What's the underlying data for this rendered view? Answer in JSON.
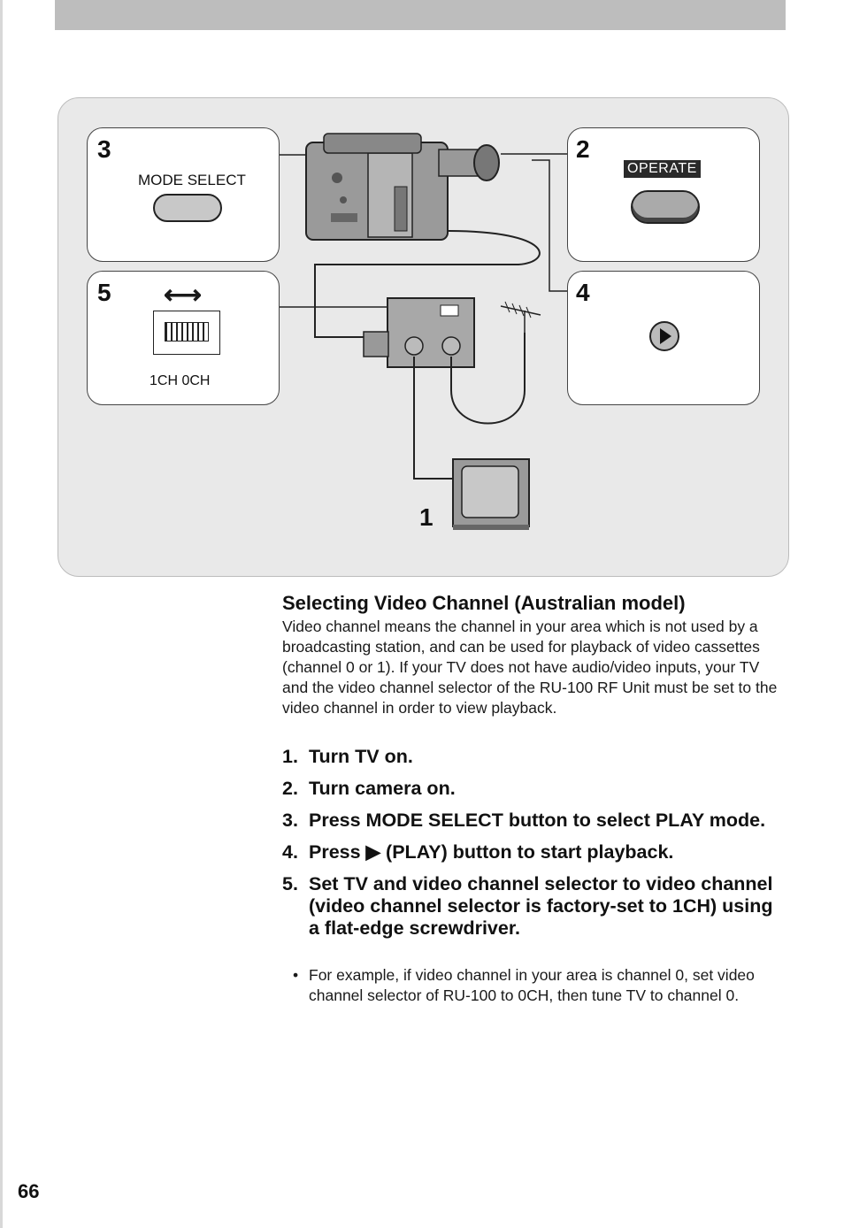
{
  "figure": {
    "panel3": {
      "number": "3",
      "label": "MODE SELECT"
    },
    "panel2": {
      "number": "2",
      "label": "OPERATE"
    },
    "panel5": {
      "number": "5",
      "switch_labels": "1CH 0CH"
    },
    "panel4": {
      "number": "4"
    },
    "tv_label": "1"
  },
  "section": {
    "heading": "Selecting Video Channel (Australian model)",
    "intro": "Video channel means the channel in your area which is not used by a broadcasting station, and can be used for playback of video cassettes (channel 0 or 1). If your TV does not have audio/video inputs, your TV and the video channel selector of the RU-100 RF Unit must be set to the video channel in order to view playback."
  },
  "steps": [
    {
      "num": "1.",
      "text": "Turn TV on."
    },
    {
      "num": "2.",
      "text": "Turn camera on."
    },
    {
      "num": "3.",
      "text": "Press MODE SELECT button to select PLAY mode."
    },
    {
      "num": "4.",
      "text": "Press ▶ (PLAY) button to start playback."
    },
    {
      "num": "5.",
      "text": "Set TV and video channel selector to video channel (video channel selector is factory-set to 1CH) using a flat-edge screwdriver."
    }
  ],
  "note": {
    "bullet": "•",
    "text": "For example, if video channel in your area is channel 0, set video channel selector of RU-100 to 0CH, then tune TV to channel 0."
  },
  "page_number": "66"
}
